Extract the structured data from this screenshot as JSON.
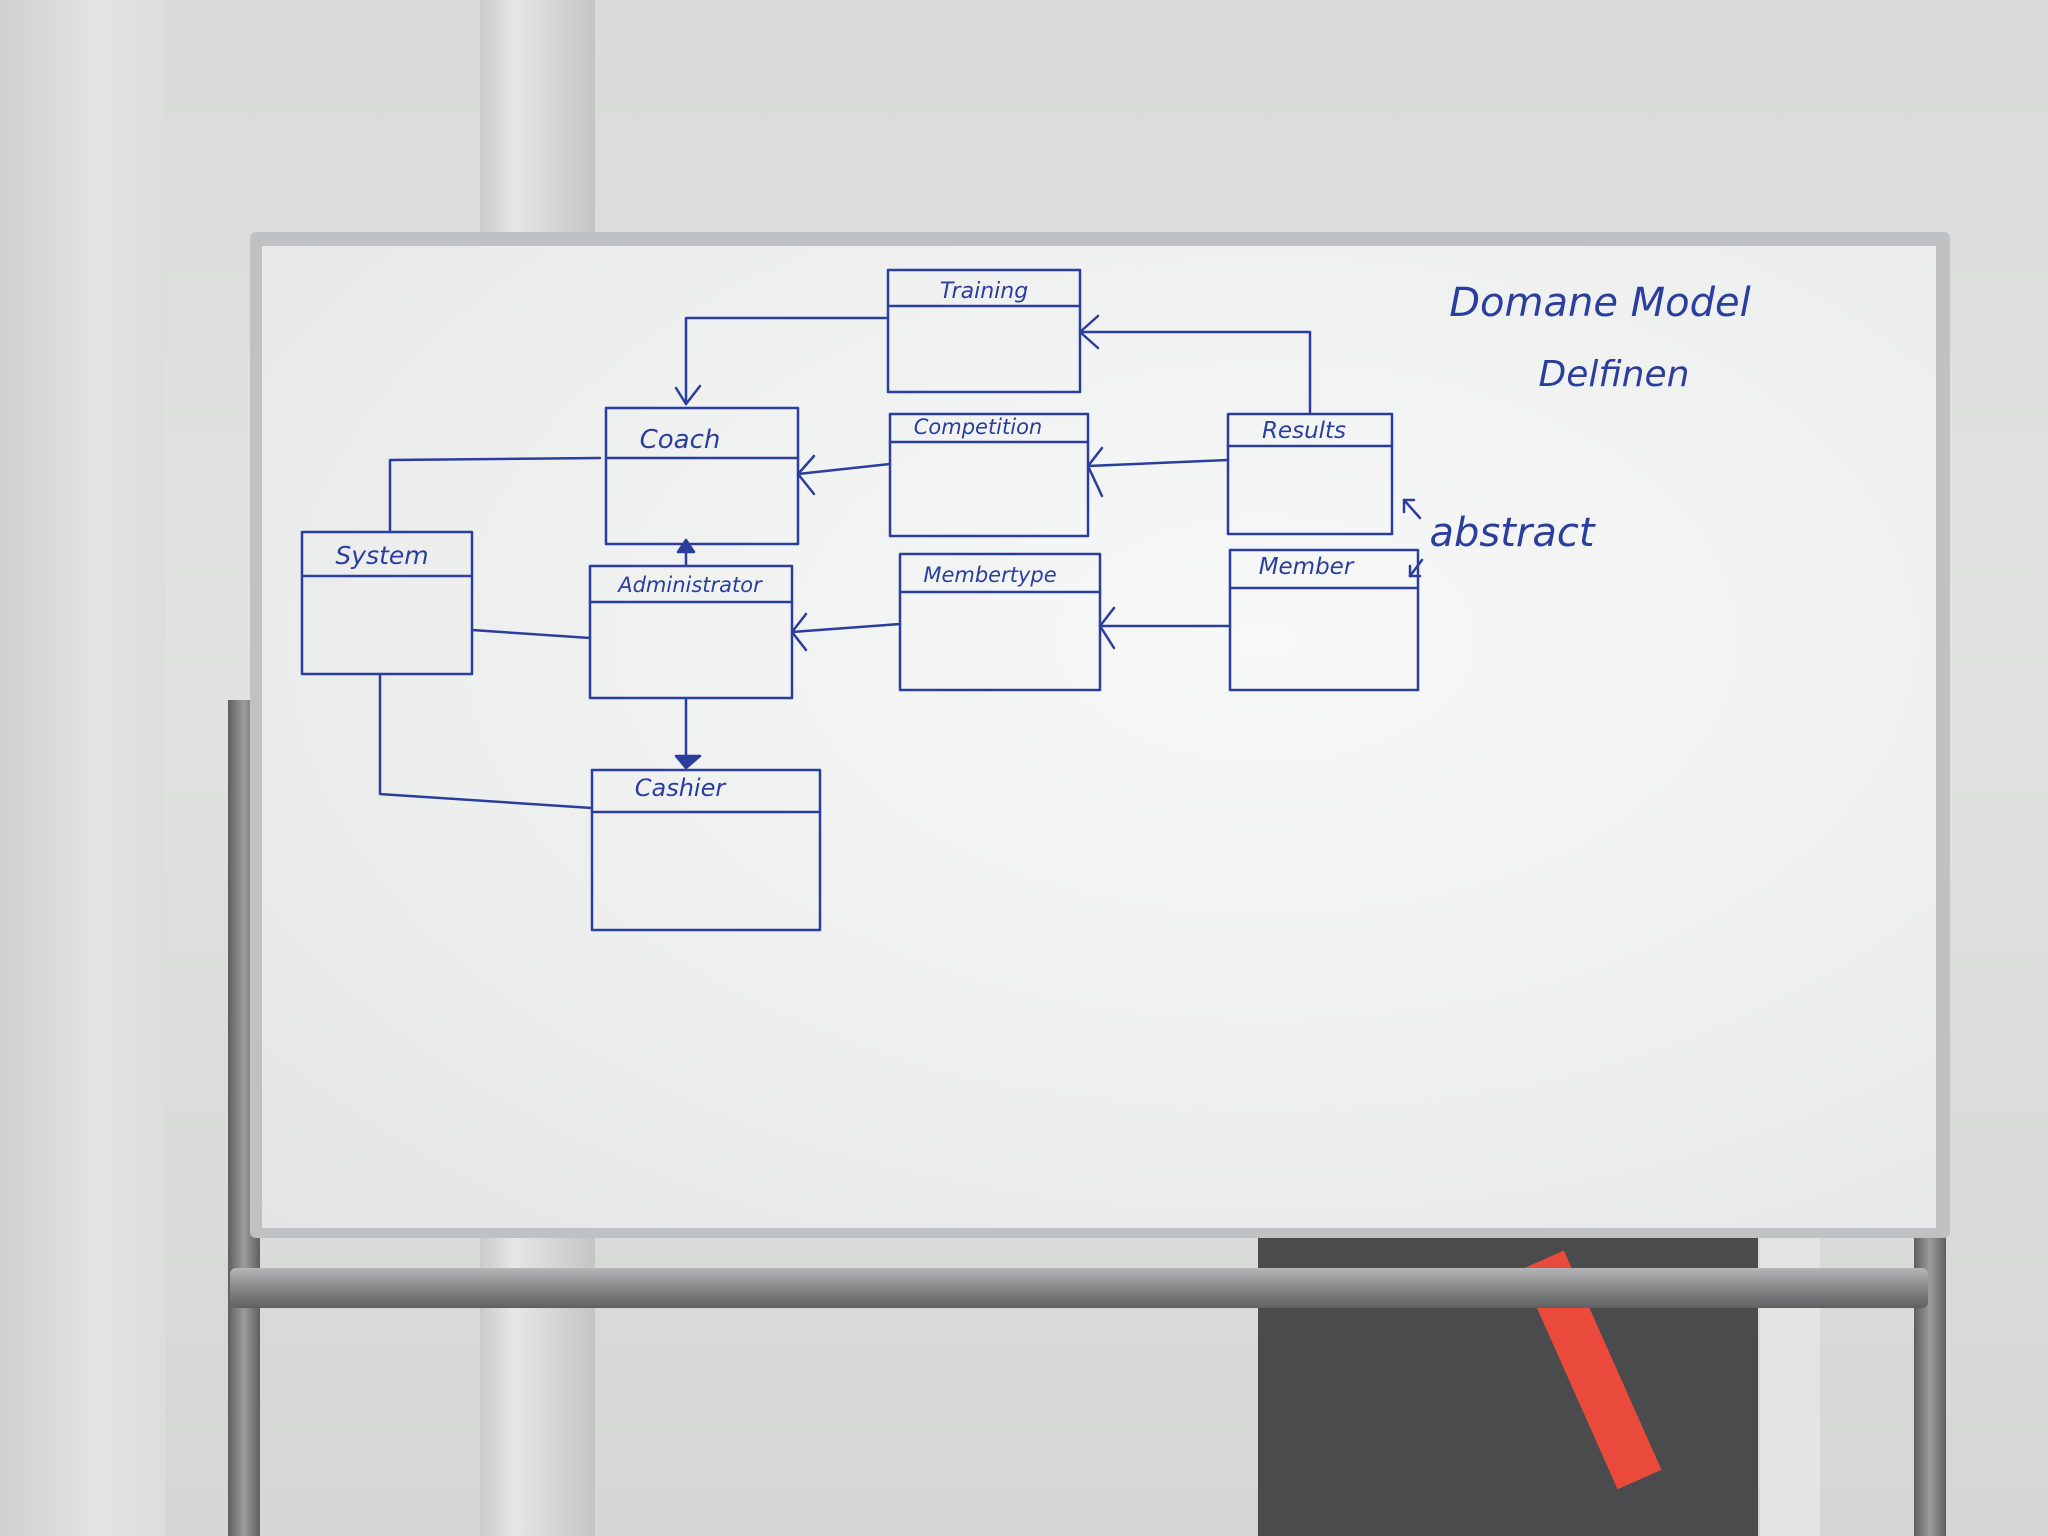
{
  "diagram": {
    "title": "Domane Model",
    "subtitle": "Delfinen",
    "boxes": [
      {
        "id": "training",
        "label": "Training"
      },
      {
        "id": "coach",
        "label": "Coach"
      },
      {
        "id": "competition",
        "label": "Competition"
      },
      {
        "id": "results",
        "label": "Results"
      },
      {
        "id": "system",
        "label": "System"
      },
      {
        "id": "administrator",
        "label": "Administrator"
      },
      {
        "id": "membertype",
        "label": "Membertype"
      },
      {
        "id": "member",
        "label": "Member"
      },
      {
        "id": "cashier",
        "label": "Cashier"
      }
    ],
    "note": "abstract"
  },
  "colors": {
    "ink": "#2b3e9e",
    "board": "#f2f3f3"
  }
}
